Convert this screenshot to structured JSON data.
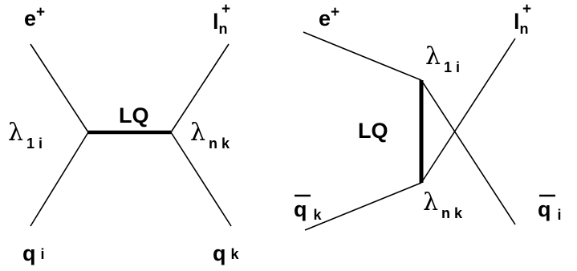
{
  "left_diagram": {
    "top_left": {
      "base": "e",
      "sup": "+"
    },
    "top_right": {
      "base": "l",
      "sub": "n",
      "sup": "+"
    },
    "bottom_left": {
      "base": "q",
      "sub": "i"
    },
    "bottom_right": {
      "base": "q",
      "sub": "k"
    },
    "propagator": "LQ",
    "vertex_left": {
      "symbol": "λ",
      "sub": "1 i"
    },
    "vertex_right": {
      "symbol": "λ",
      "sub": "n k"
    }
  },
  "right_diagram": {
    "top_left": {
      "base": "e",
      "sup": "+"
    },
    "top_right": {
      "base": "l",
      "sub": "n",
      "sup": "+"
    },
    "bottom_left": {
      "base": "q",
      "sub": "k"
    },
    "bottom_right": {
      "base": "q",
      "sub": "i"
    },
    "propagator": "LQ",
    "vertex_top": {
      "symbol": "λ",
      "sub": "1 i"
    },
    "vertex_bottom": {
      "symbol": "λ",
      "sub": "n k"
    }
  }
}
